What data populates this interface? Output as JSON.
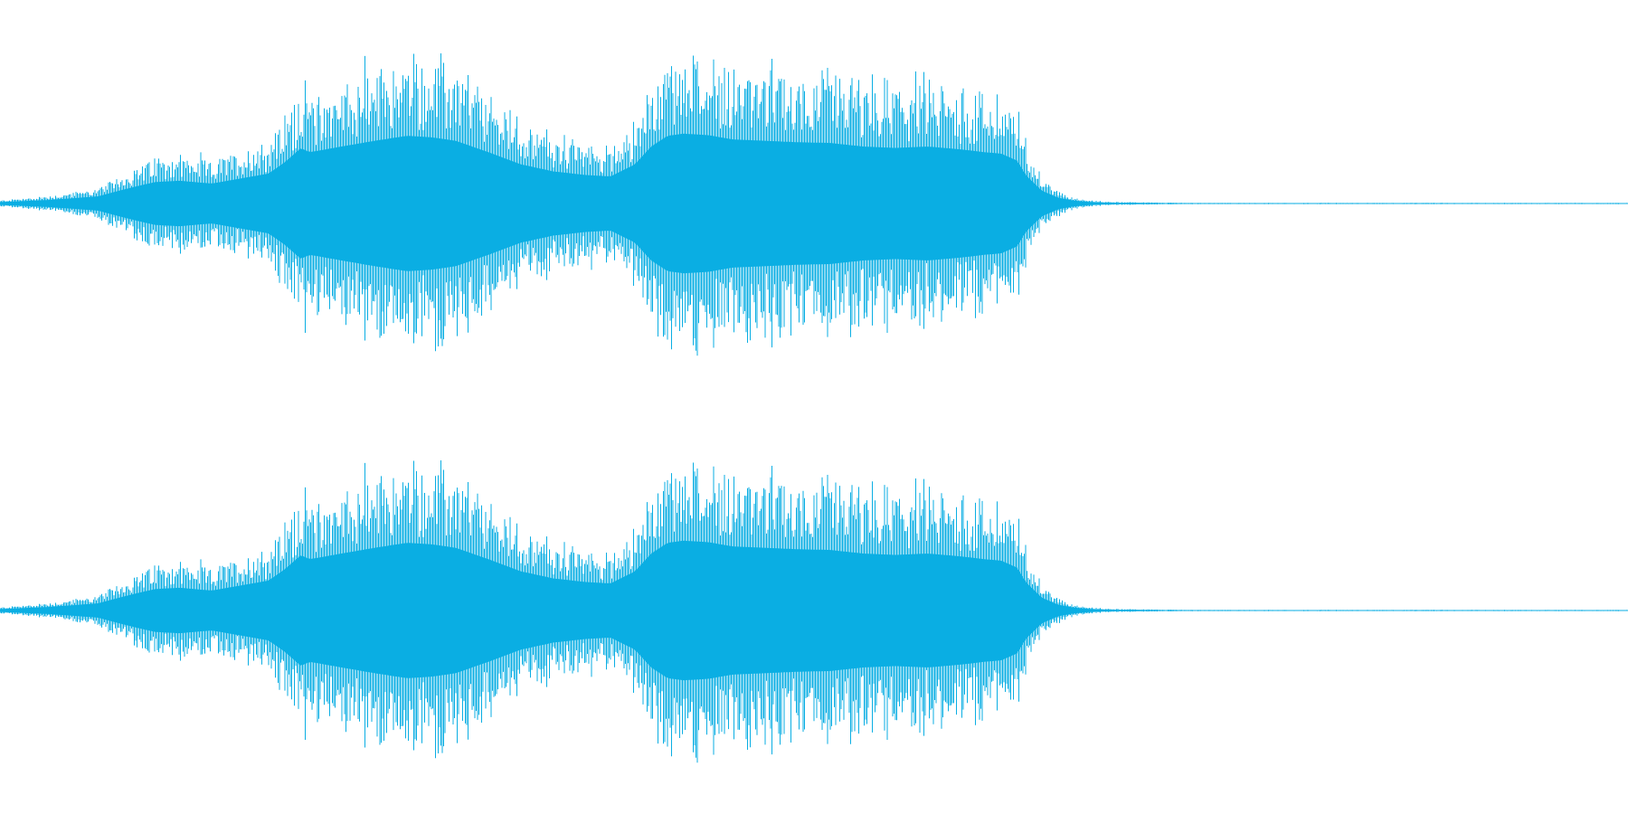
{
  "waveform": {
    "color": "#0aaee3",
    "background": "#ffffff",
    "channels": [
      {
        "name": "channel-1"
      },
      {
        "name": "channel-2"
      }
    ],
    "envelope": {
      "time_fraction": [
        0.0,
        0.03,
        0.06,
        0.08,
        0.095,
        0.11,
        0.13,
        0.15,
        0.165,
        0.175,
        0.185,
        0.19,
        0.21,
        0.23,
        0.25,
        0.265,
        0.28,
        0.3,
        0.32,
        0.34,
        0.36,
        0.375,
        0.39,
        0.4,
        0.41,
        0.42,
        0.435,
        0.45,
        0.47,
        0.49,
        0.51,
        0.53,
        0.55,
        0.57,
        0.59,
        0.605,
        0.615,
        0.625,
        0.63,
        0.64,
        0.65,
        0.66,
        0.67,
        0.68,
        0.7,
        0.735,
        1.0
      ],
      "amplitude": [
        0.02,
        0.05,
        0.1,
        0.22,
        0.3,
        0.32,
        0.28,
        0.36,
        0.42,
        0.58,
        0.78,
        0.72,
        0.8,
        0.88,
        0.95,
        0.93,
        0.88,
        0.72,
        0.55,
        0.45,
        0.4,
        0.38,
        0.55,
        0.8,
        0.95,
        0.98,
        0.96,
        0.9,
        0.88,
        0.86,
        0.85,
        0.8,
        0.78,
        0.8,
        0.76,
        0.72,
        0.7,
        0.6,
        0.4,
        0.18,
        0.08,
        0.04,
        0.02,
        0.012,
        0.008,
        0.004,
        0.004
      ],
      "core_fraction": 0.45
    }
  }
}
